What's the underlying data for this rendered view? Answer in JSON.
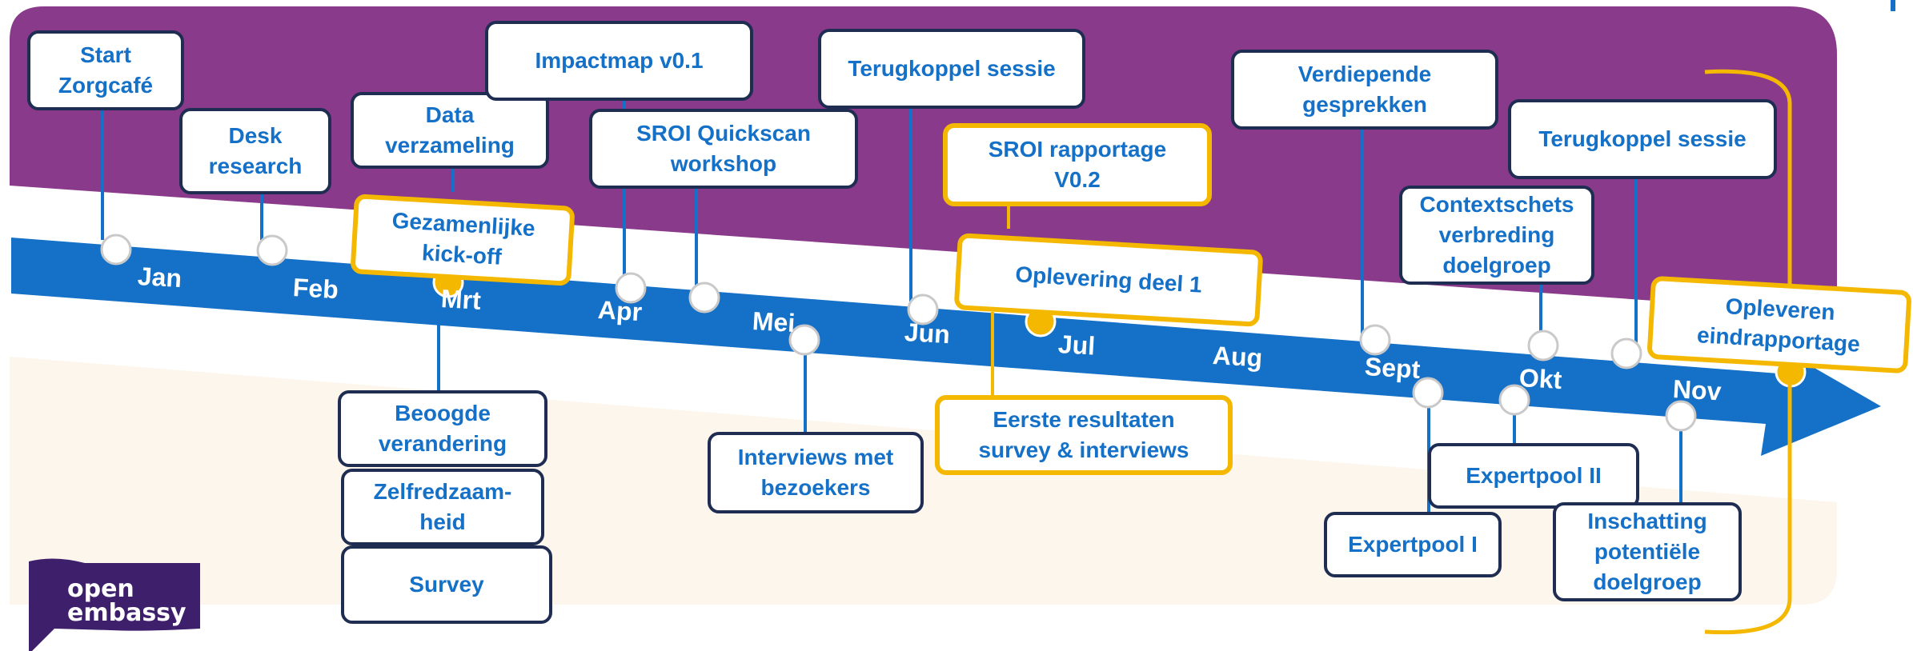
{
  "timeline": {
    "months": [
      "Jan",
      "Feb",
      "Mrt",
      "Apr",
      "Mei",
      "Jun",
      "Jul",
      "Aug",
      "Sept",
      "Okt",
      "Nov"
    ],
    "milestones_above": [
      {
        "label": "Start\nZorgcafé",
        "highlight": false
      },
      {
        "label": "Desk\nresearch",
        "highlight": false
      },
      {
        "label": "Data\nverzameling",
        "highlight": false
      },
      {
        "label": "Impactmap v0.1",
        "highlight": false
      },
      {
        "label": "SROI Quickscan\nworkshop",
        "highlight": false
      },
      {
        "label": "Terugkoppel sessie",
        "highlight": false
      },
      {
        "label": "SROI rapportage\nV0.2",
        "highlight": true
      },
      {
        "label": "Verdiepende\ngesprekken",
        "highlight": false
      },
      {
        "label": "Terugkoppel sessie",
        "highlight": false
      },
      {
        "label": "Contextschets\nverbreding\ndoelgroep",
        "highlight": false
      }
    ],
    "milestones_on_line": [
      {
        "label": "Gezamenlijke\nkick-off",
        "highlight": true
      },
      {
        "label": "Oplevering deel 1",
        "highlight": true
      },
      {
        "label": "Opleveren\neindrapportage",
        "highlight": true
      }
    ],
    "milestones_below": [
      {
        "label": "Beoogde\nverandering",
        "highlight": false
      },
      {
        "label": "Zelfredzaam-\nheid",
        "highlight": false
      },
      {
        "label": "Survey",
        "highlight": false
      },
      {
        "label": "Interviews met\nbezoekers",
        "highlight": false
      },
      {
        "label": "Eerste resultaten\nsurvey & interviews",
        "highlight": true
      },
      {
        "label": "Expertpool II",
        "highlight": false
      },
      {
        "label": "Expertpool I",
        "highlight": false
      },
      {
        "label": "Inschatting\npotentiële\ndoelgroep",
        "highlight": false
      }
    ]
  },
  "logo": {
    "line1": "open",
    "line2": "embassy"
  },
  "colors": {
    "band_top": "#8a3a8a",
    "band_bottom": "#fdf6ec",
    "timeline": "#1570c7",
    "box_border": "#1f2d52",
    "highlight": "#f5b800",
    "text": "#1570c7"
  }
}
